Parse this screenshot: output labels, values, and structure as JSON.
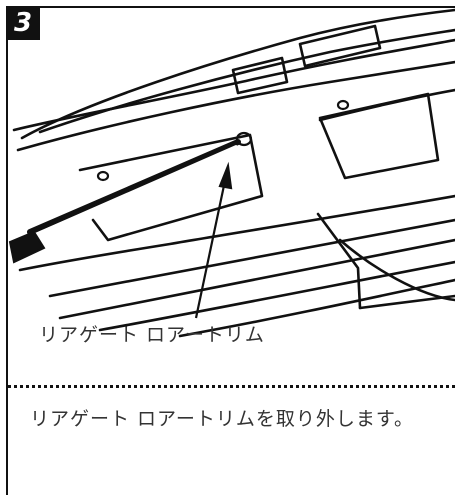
{
  "step": {
    "number": "3"
  },
  "illustration": {
    "callout_label": "リアゲート ロアートリム"
  },
  "instruction": {
    "text": "リアゲート ロアートリムを取り外します。"
  }
}
